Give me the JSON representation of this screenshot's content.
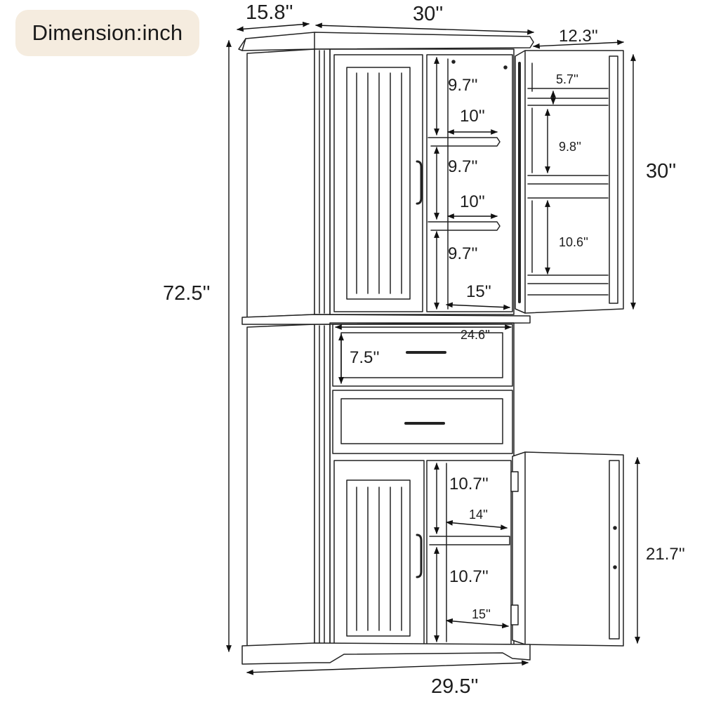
{
  "badge": {
    "text": "Dimension:inch"
  },
  "dimensions": {
    "depth": "15.8''",
    "width_top": "30''",
    "side_door_width": "12.3''",
    "height_total": "72.5''",
    "upper_door_height": "30''",
    "upper_gap_1": "9.7''",
    "upper_gap_2": "9.7''",
    "upper_gap_3": "9.7''",
    "upper_shelf_depth_1": "10''",
    "upper_shelf_depth_2": "10''",
    "upper_inner_depth": "15''",
    "door_rack_1": "5.7''",
    "door_rack_2": "9.8''",
    "door_rack_3": "10.6''",
    "drawer_width": "24.6''",
    "drawer_height": "7.5''",
    "lower_gap_1": "10.7''",
    "lower_gap_2": "10.7''",
    "lower_shelf_depth": "14''",
    "lower_inner_depth": "15''",
    "lower_door_height": "21.7''",
    "base_width": "29.5''"
  }
}
